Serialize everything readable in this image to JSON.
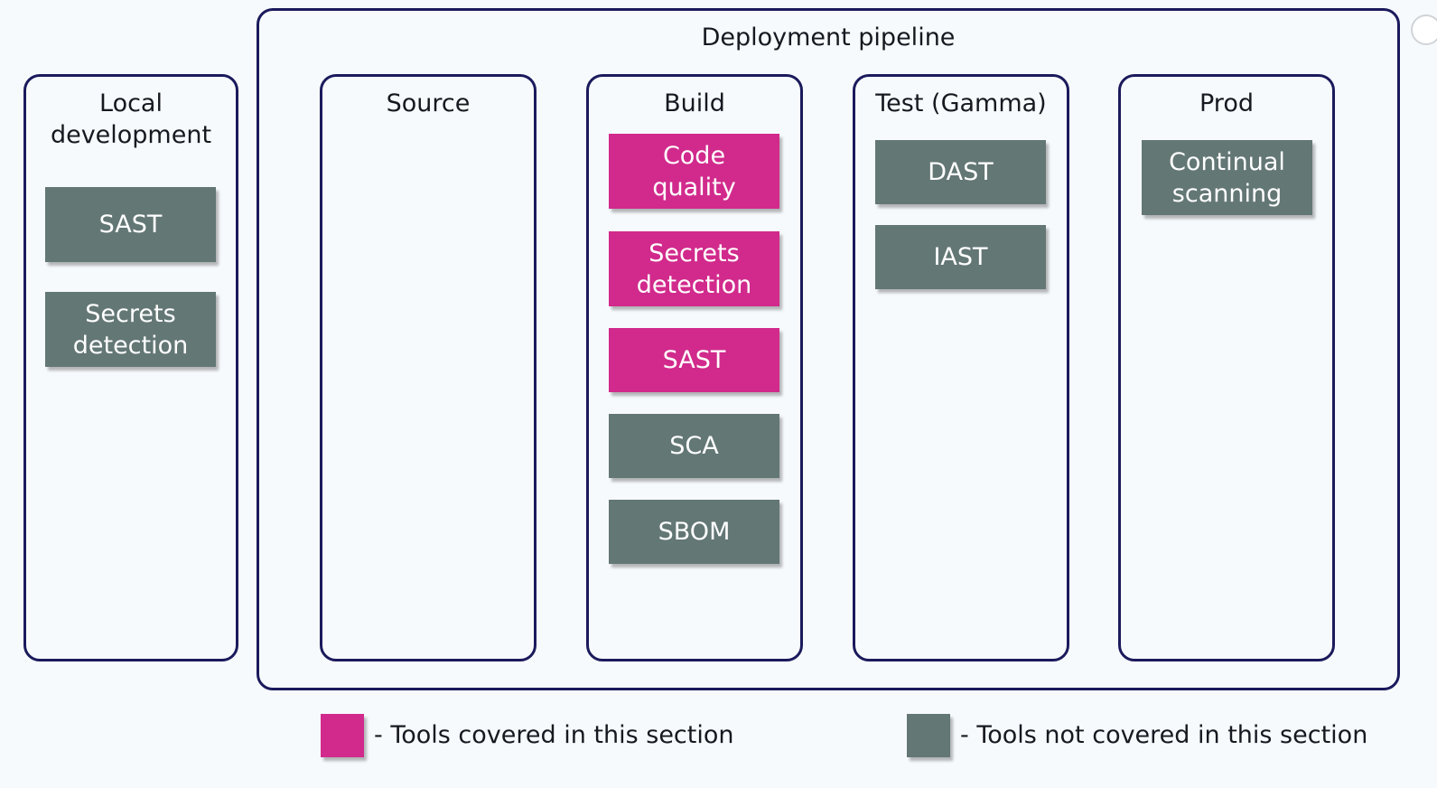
{
  "pipeline": {
    "title": "Deployment pipeline"
  },
  "local": {
    "title": "Local\ndevelopment",
    "tools": [
      "SAST",
      "Secrets\ndetection"
    ]
  },
  "stages": {
    "source": {
      "title": "Source"
    },
    "build": {
      "title": "Build",
      "tools": [
        "Code\nquality",
        "Secrets\ndetection",
        "SAST",
        "SCA",
        "SBOM"
      ]
    },
    "test": {
      "title": "Test (Gamma)",
      "tools": [
        "DAST",
        "IAST"
      ]
    },
    "prod": {
      "title": "Prod",
      "tools": [
        "Continual\nscanning"
      ]
    }
  },
  "legend": {
    "covered": {
      "label": "- Tools covered in this section",
      "color": "#d12a8c"
    },
    "not_covered": {
      "label": "- Tools not covered in this section",
      "color": "#637775"
    }
  },
  "colors": {
    "frame": "#1b1a5c",
    "background": "#f7fafd"
  }
}
